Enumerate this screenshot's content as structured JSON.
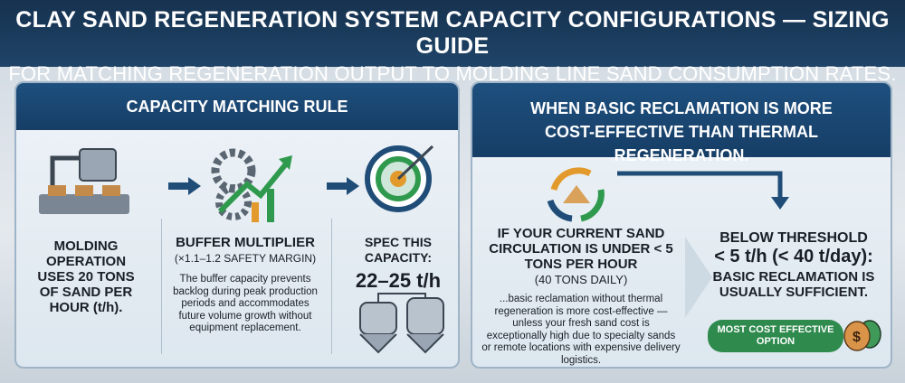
{
  "title": {
    "line1": "CLAY SAND REGENERATION SYSTEM CAPACITY CONFIGURATIONS — SIZING GUIDE",
    "line2": "FOR MATCHING REGENERATION OUTPUT TO MOLDING LINE SAND CONSUMPTION RATES."
  },
  "left": {
    "header": "CAPACITY MATCHING RULE",
    "step1": {
      "text": "MOLDING OPERATION USES 20 TONS OF SAND PER HOUR (t/h).",
      "icon": "molding-machine-icon"
    },
    "step2": {
      "heading": "BUFFER MULTIPLIER",
      "sub": "(×1.1–1.2 SAFETY MARGIN)",
      "body": "The buffer capacity prevents backlog during peak production periods and accommodates future volume growth without equipment replacement.",
      "icon": "gears-growth-icon"
    },
    "step3": {
      "heading": "SPEC THIS CAPACITY:",
      "value": "22–25 t/h",
      "icon": "target-icon"
    }
  },
  "right": {
    "header": "WHEN BASIC RECLAMATION IS MORE COST-EFFECTIVE THAN THERMAL REGENERATION.",
    "condition": {
      "heading": "IF YOUR CURRENT SAND CIRCULATION IS UNDER < 5 TONS PER HOUR",
      "sub": "(40 TONS DAILY)",
      "body": "...basic reclamation without thermal regeneration is more cost-effective — unless your fresh sand cost is exceptionally high due to specialty sands or remote locations with expensive delivery logistics.",
      "icon": "recycle-icon"
    },
    "result": {
      "line1": "BELOW THRESHOLD",
      "line2": "< 5 t/h (< 40 t/day):",
      "line3": "BASIC RECLAMATION IS USUALLY SUFFICIENT.",
      "badge": "MOST COST EFFECTIVE OPTION",
      "icon": "money-bags-icon"
    }
  },
  "colors": {
    "navy": "#16324f",
    "header_blue": "#1e4f7e",
    "green": "#2f8a4e"
  }
}
